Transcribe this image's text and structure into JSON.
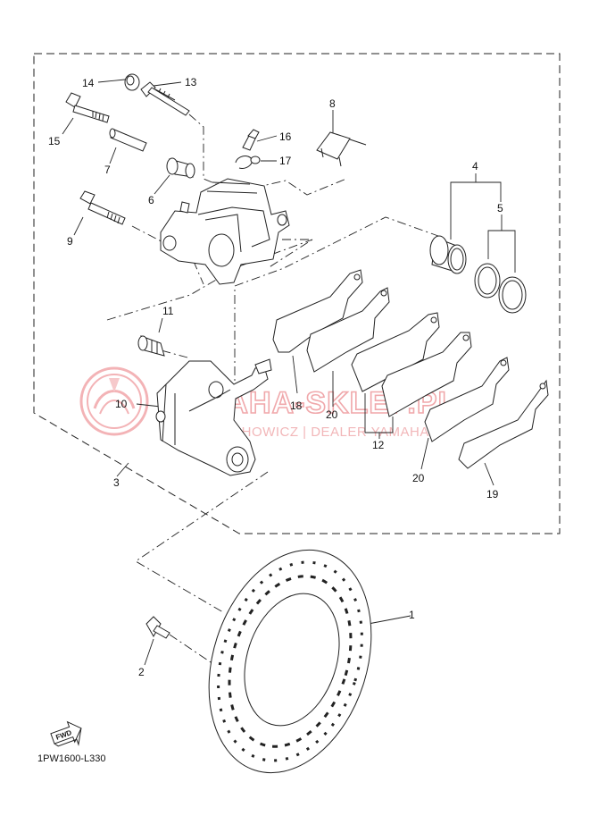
{
  "diagram": {
    "drawing_code": "1PW1600-L330",
    "direction_label": "FWD",
    "watermark": {
      "brand": "YAMAHA-SKLEP.PL",
      "dealer": "WOJCIECHOWICZ | DEALER YAMAHA"
    },
    "callouts": {
      "p1": "1",
      "p2": "2",
      "p3": "3",
      "p4": "4",
      "p5": "5",
      "p6": "6",
      "p7": "7",
      "p8": "8",
      "p9": "9",
      "p10": "10",
      "p11": "11",
      "p12": "12",
      "p13": "13",
      "p14": "14",
      "p15": "15",
      "p16": "16",
      "p17": "17",
      "p18": "18",
      "p19": "19",
      "p20a": "20",
      "p20b": "20"
    }
  }
}
